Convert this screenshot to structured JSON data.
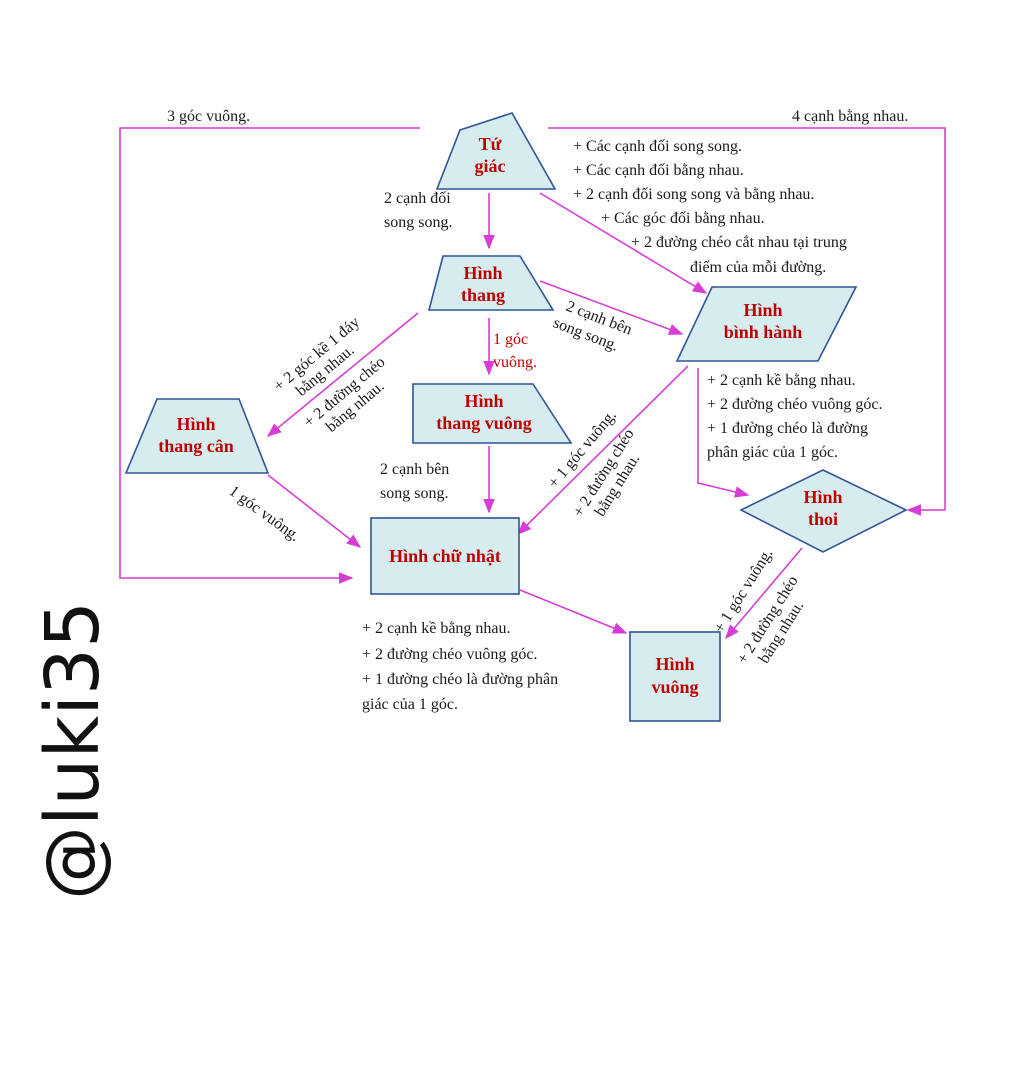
{
  "colors": {
    "node_fill": "#d7ecef",
    "node_stroke": "#2f5597",
    "arrow": "#d63dd6",
    "node_text": "#c00000",
    "label_text": "#1a1a1a"
  },
  "nodes": {
    "tu_giac": [
      "Tứ",
      "giác"
    ],
    "hinh_thang": [
      "Hình",
      "thang"
    ],
    "binh_hanh": [
      "Hình",
      "bình hành"
    ],
    "thang_can": [
      "Hình",
      "thang cân"
    ],
    "thang_vuong": [
      "Hình",
      "thang vuông"
    ],
    "thoi": [
      "Hình",
      "thoi"
    ],
    "chu_nhat": "Hình chữ nhật",
    "vuong": [
      "Hình",
      "vuông"
    ]
  },
  "labels": {
    "three_right_angles": "3 góc vuông.",
    "four_equal_sides": "4 cạnh bằng nhau.",
    "tugiac_to_thang": [
      "2 cạnh đối",
      "song song."
    ],
    "tugiac_to_binhhanh": [
      "+ Các cạnh đối song song.",
      "+ Các cạnh đối bằng nhau.",
      "+ 2 cạnh đối song song và bằng nhau.",
      "+ Các góc đối bằng nhau.",
      "+ 2 đường chéo cắt nhau tại trung",
      "điểm của mỗi đường."
    ],
    "thang_to_binhhanh": [
      "2 cạnh bên",
      "song song."
    ],
    "thang_to_thangvuong": [
      "1 góc",
      "vuông."
    ],
    "thang_to_thangcan_a": [
      "+ 2 góc kề 1 đáy",
      "bằng nhau."
    ],
    "thang_to_thangcan_b": [
      "+ 2 đường chéo",
      "bằng nhau."
    ],
    "binhhanh_to_thoi": [
      "+ 2 cạnh kề bằng nhau.",
      "+ 2 đường chéo vuông góc.",
      "+ 1 đường chéo là đường",
      "phân giác của 1 góc."
    ],
    "thangvuong_to_chunhat": [
      "2 cạnh bên",
      "song song."
    ],
    "thangcan_to_chunhat": "1 góc vuông.",
    "binhhanh_to_chunhat_a": "+ 1 góc vuông.",
    "binhhanh_to_chunhat_b": [
      "+ 2 đường chéo",
      "bằng nhau."
    ],
    "chunhat_to_vuong": [
      "+ 2 cạnh kề bằng nhau.",
      "+ 2 đường chéo vuông góc.",
      "+ 1 đường chéo là đường phân",
      "giác của 1 góc."
    ],
    "thoi_to_vuong_a": "+ 1 góc vuông.",
    "thoi_to_vuong_b": [
      "+ 2 đường chéo",
      "bằng nhau."
    ]
  },
  "watermark": "@luki35"
}
